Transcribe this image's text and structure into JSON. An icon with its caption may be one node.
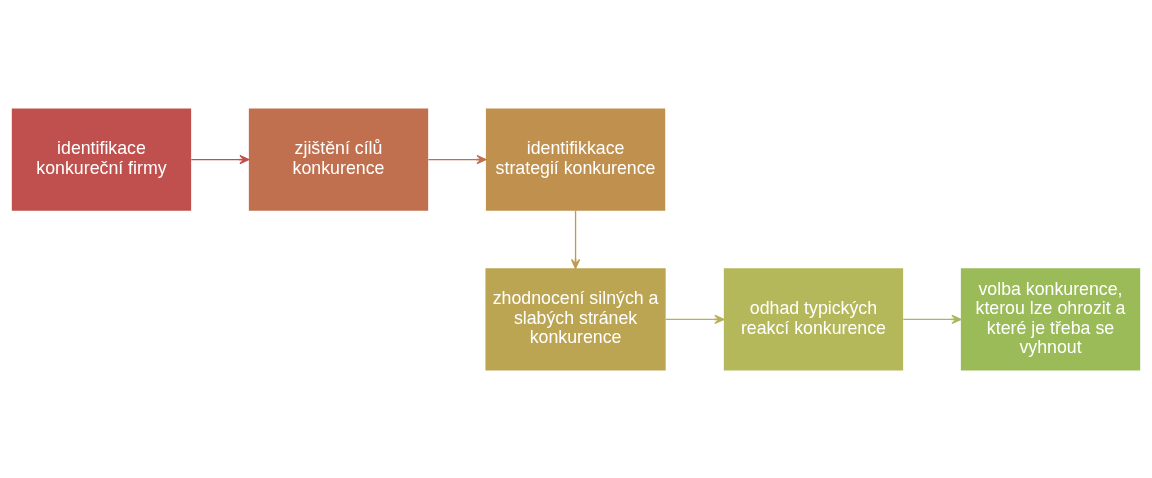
{
  "diagram": {
    "nodes": [
      {
        "text": [
          "identifikace konkureční firmy"
        ]
      },
      {
        "text": [
          "zjištění cílů konkurence"
        ]
      },
      {
        "text": [
          "identifikkace strategií konkurence"
        ]
      },
      {
        "text": [
          "zhodnocení silných a slabých stránek konkurence"
        ]
      },
      {
        "text": [
          "odhad typických reakcí konkurence"
        ]
      },
      {
        "text": [
          "volba konkurence, kterou lze ohrozit a které je třeba se vyhnout"
        ]
      }
    ],
    "edges": [
      {
        "from": 0,
        "to": 1,
        "arrow": "to",
        "color": "#c0504d"
      },
      {
        "from": 1,
        "to": 2,
        "arrow": "to",
        "color": "#c07050"
      },
      {
        "from": 2,
        "to": 3,
        "arrow": "to",
        "color": "#c09a50"
      },
      {
        "from": 3,
        "to": 4,
        "arrow": "to",
        "color": "#b8b058"
      },
      {
        "from": 4,
        "to": 5,
        "arrow": "to",
        "color": "#a8b860"
      }
    ]
  }
}
